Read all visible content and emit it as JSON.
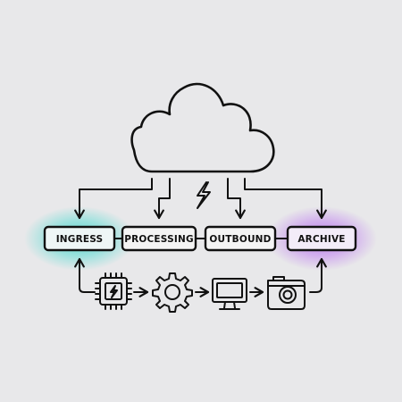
{
  "nodes": {
    "ingress": "INGRESS",
    "processing": "PROCESSING",
    "outbound": "OUTBOUND",
    "archive": "ARCHIVE"
  },
  "colors": {
    "background": "#e8e8ea",
    "stroke": "#111111",
    "ingress_glow": "#3fd9cf",
    "archive_glow": "#b86cf0"
  },
  "icons": [
    "cloud-icon",
    "lightning-icon",
    "cpu-chip-icon",
    "gear-icon",
    "monitor-icon",
    "camera-icon"
  ]
}
